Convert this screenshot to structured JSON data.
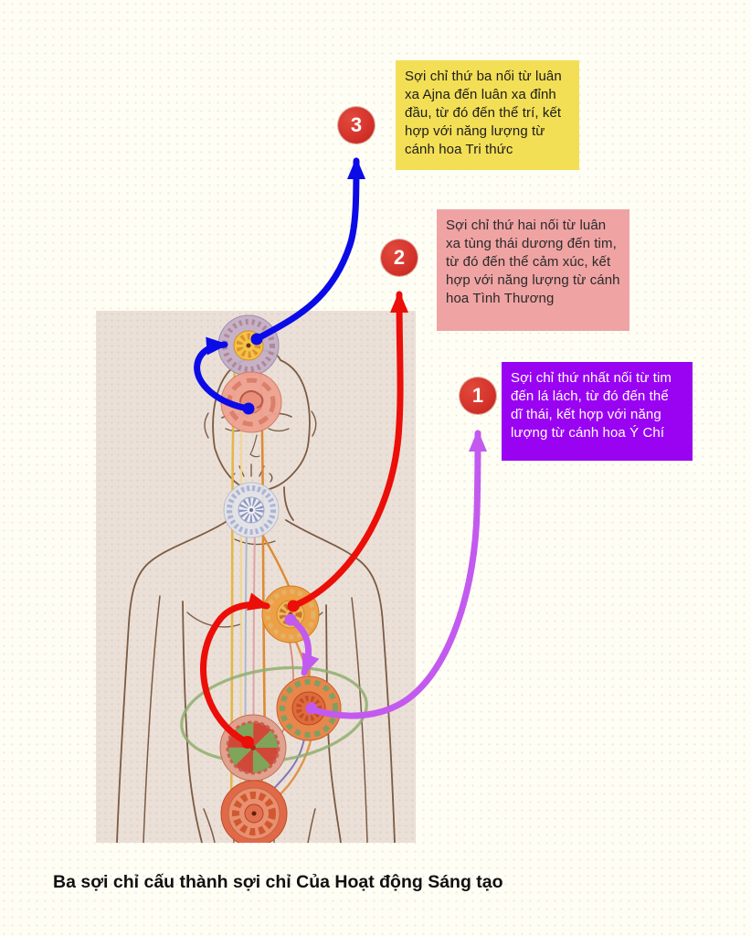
{
  "page": {
    "background_color": "#FFFEF5",
    "caption": "Ba sợi chỉ cấu thành sợi chỉ Của Hoạt động Sáng tạo"
  },
  "badge_color": "#D5342C",
  "threads": [
    {
      "number": "3",
      "text": "Sợi chỉ thứ ba nối từ luân xa Ajna đến luân xa đỉnh đầu, từ đó đến thể trí, kết hợp với năng lượng từ cánh hoa Tri thức",
      "box_color": "#F3DF56",
      "text_color": "#1C1C1C",
      "arrow_color": "#0B0BE8"
    },
    {
      "number": "2",
      "text": "Sợi chỉ thứ hai nối từ luân xa tùng thái dương đến tim, từ đó đến thể cảm xúc, kết hợp với năng lượng từ cánh hoa Tình Thương",
      "box_color": "#F0A3A3",
      "text_color": "#2A2A2A",
      "arrow_color": "#EC0E08"
    },
    {
      "number": "1",
      "text": "Sợi chỉ thứ nhất nối từ tim đến lá lách, từ đó đến thể dĩ thái, kết hợp với năng lượng từ cánh hoa Ý Chí",
      "box_color": "#9903F2",
      "text_color": "#FFFFFF",
      "arrow_color": "#C35AEF"
    }
  ]
}
